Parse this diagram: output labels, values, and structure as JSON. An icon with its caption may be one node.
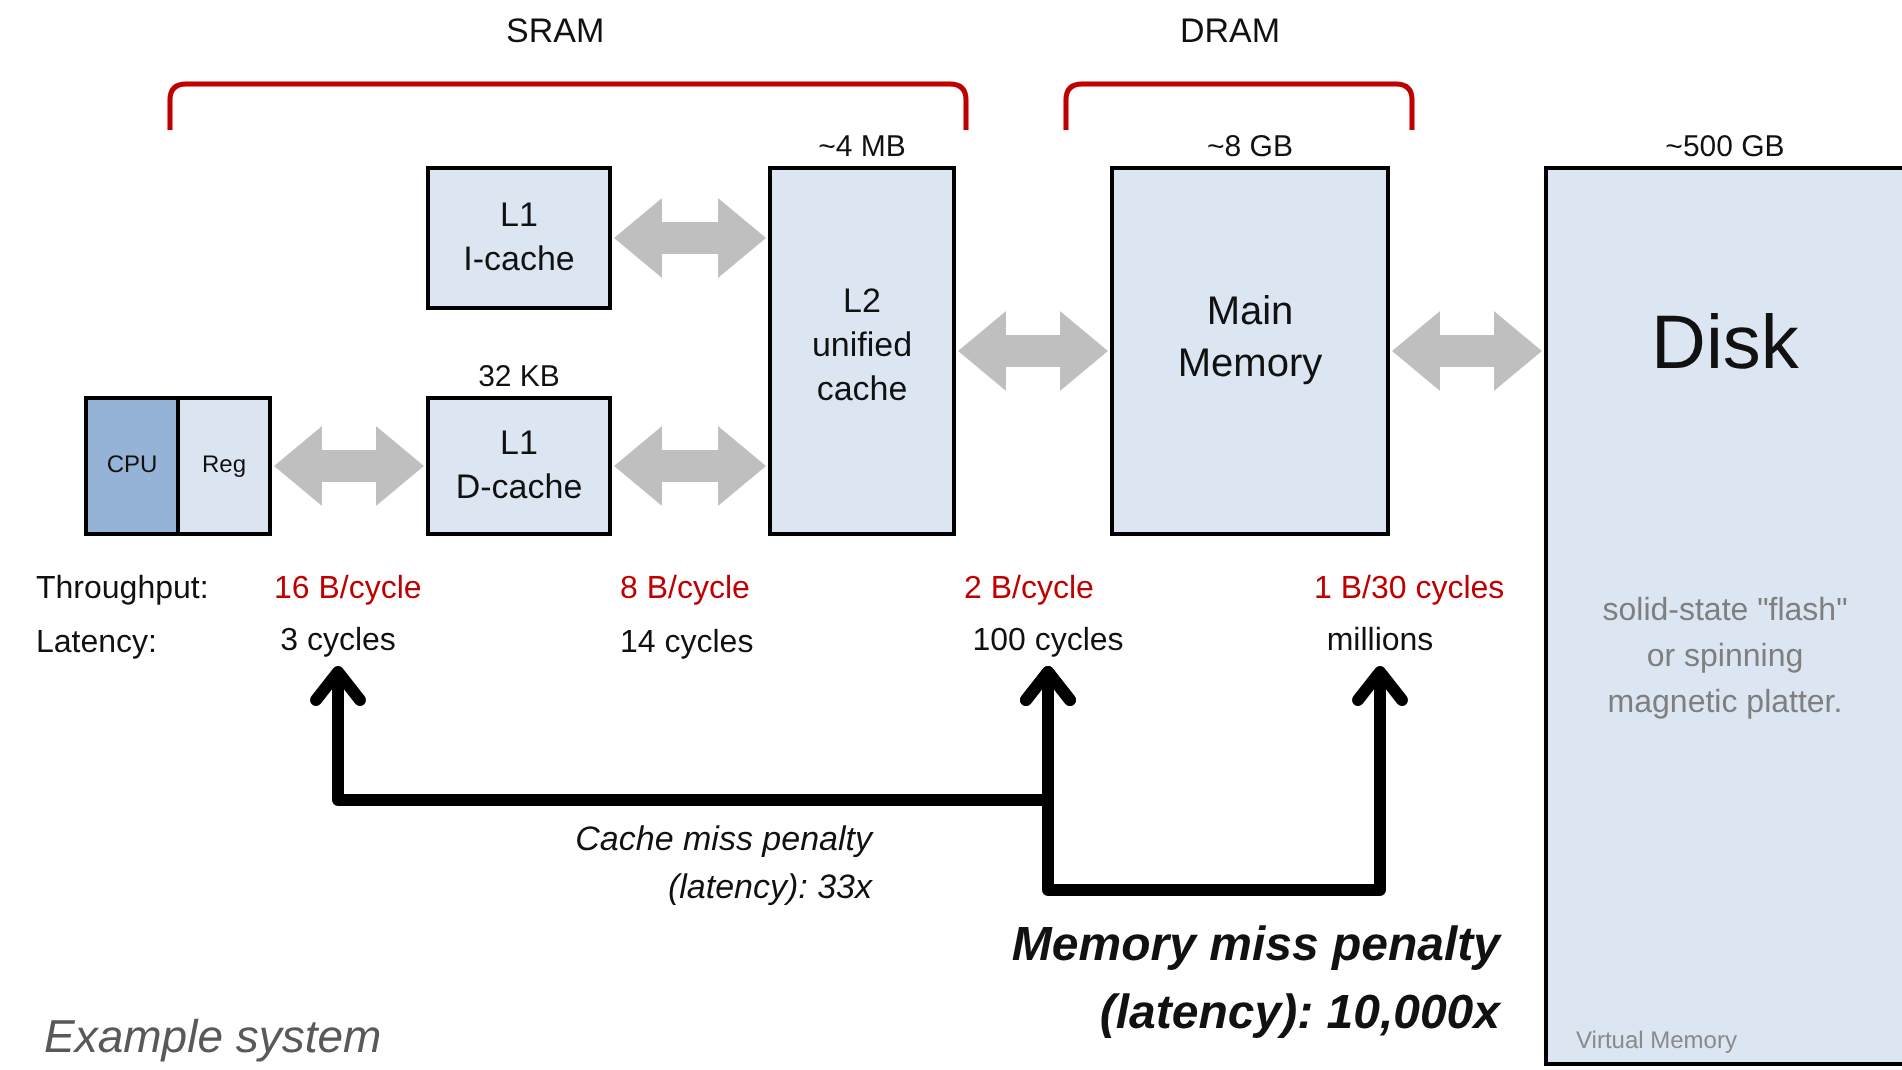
{
  "diagram": {
    "nodes": [
      {
        "text": [
          "CPU"
        ]
      },
      {
        "text": [
          "Reg"
        ]
      },
      {
        "text": [
          "L1 I-cache"
        ]
      },
      {
        "text": [
          "L1 D-cache"
        ],
        "beside": [
          "32 KB"
        ]
      },
      {
        "text": [
          "L2 unified cache"
        ],
        "beside": [
          "~4 MB"
        ]
      },
      {
        "text": [
          "Main Memory"
        ],
        "beside": [
          "~8 GB"
        ]
      },
      {
        "text": [
          "Disk",
          "solid-state \"flash\" or spinning magnetic platter.",
          "Virtual Memory"
        ],
        "beside": [
          "~500 GB"
        ]
      },
      {
        "text": [
          "3 cycles"
        ]
      },
      {
        "text": [
          "100 cycles"
        ]
      },
      {
        "text": [
          "millions"
        ]
      }
    ],
    "edges": [
      {
        "from": 2,
        "to": 4,
        "arrow": "both"
      },
      {
        "from": 1,
        "to": 3,
        "arrow": "both"
      },
      {
        "from": 3,
        "to": 4,
        "arrow": "both"
      },
      {
        "from": 4,
        "to": 5,
        "arrow": "both"
      },
      {
        "from": 5,
        "to": 6,
        "arrow": "both"
      },
      {
        "from": 8,
        "to": 7,
        "arrow": "both",
        "label": "Cache miss penalty (latency): 33x",
        "color": "#000000"
      },
      {
        "from": 8,
        "to": 9,
        "arrow": "both",
        "label": "Memory miss penalty (latency): 10,000x",
        "color": "#000000"
      }
    ],
    "labels": [
      "SRAM",
      "DRAM",
      "Throughput:",
      "16 B/cycle",
      "8 B/cycle",
      "2 B/cycle",
      "1 B/30 cycles",
      "Latency:",
      "14 cycles",
      "Example system"
    ]
  }
}
